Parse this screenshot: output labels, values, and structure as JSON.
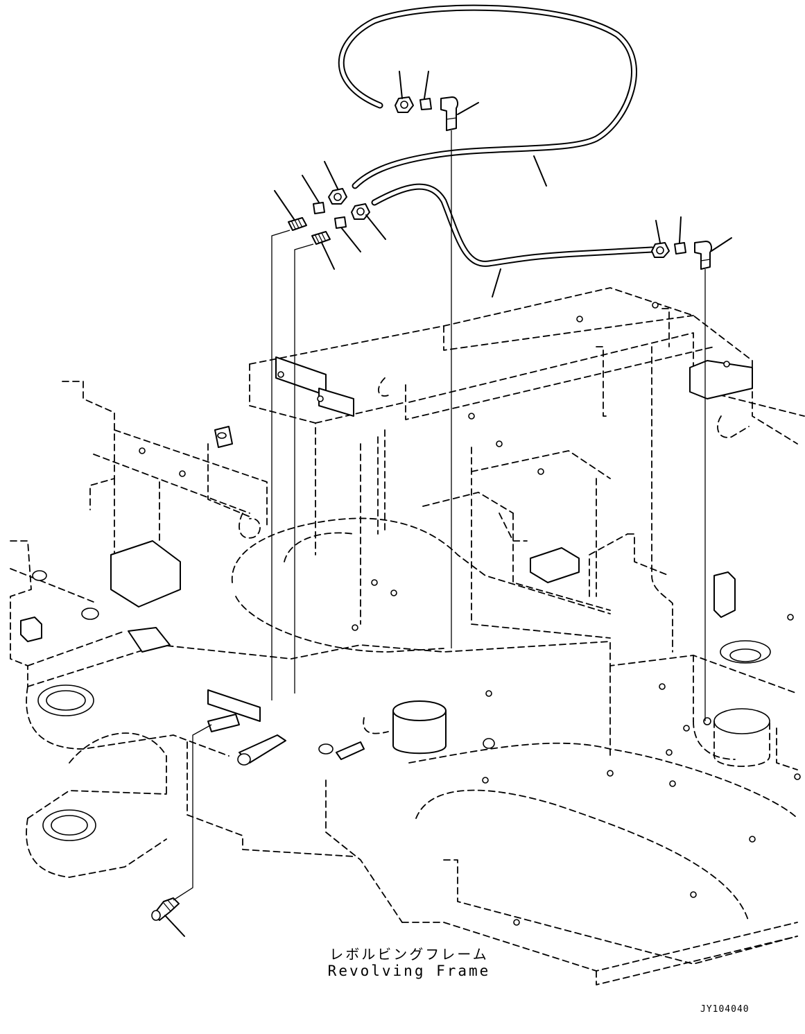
{
  "captions": {
    "frame_jp": "レボルビングフレーム",
    "frame_en": "Revolving Frame",
    "drawing_code": "JY104040"
  },
  "colors": {
    "ink": "#000000",
    "paper": "#ffffff"
  }
}
